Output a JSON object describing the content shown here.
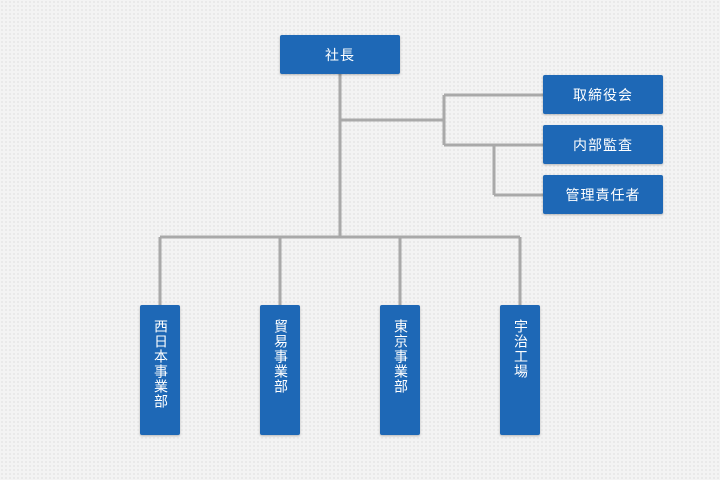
{
  "nodes": {
    "president": "社長",
    "board": "取締役会",
    "audit": "内部監査",
    "manager": "管理責任者",
    "west_japan": "西日本事業部",
    "trade": "貿易事業部",
    "tokyo": "東京事業部",
    "uji": "宇治工場"
  },
  "colors": {
    "node_fill": "#1e68b6",
    "node_text": "#ffffff",
    "connector": "#a9a9a9",
    "background": "#f3f3f3"
  }
}
